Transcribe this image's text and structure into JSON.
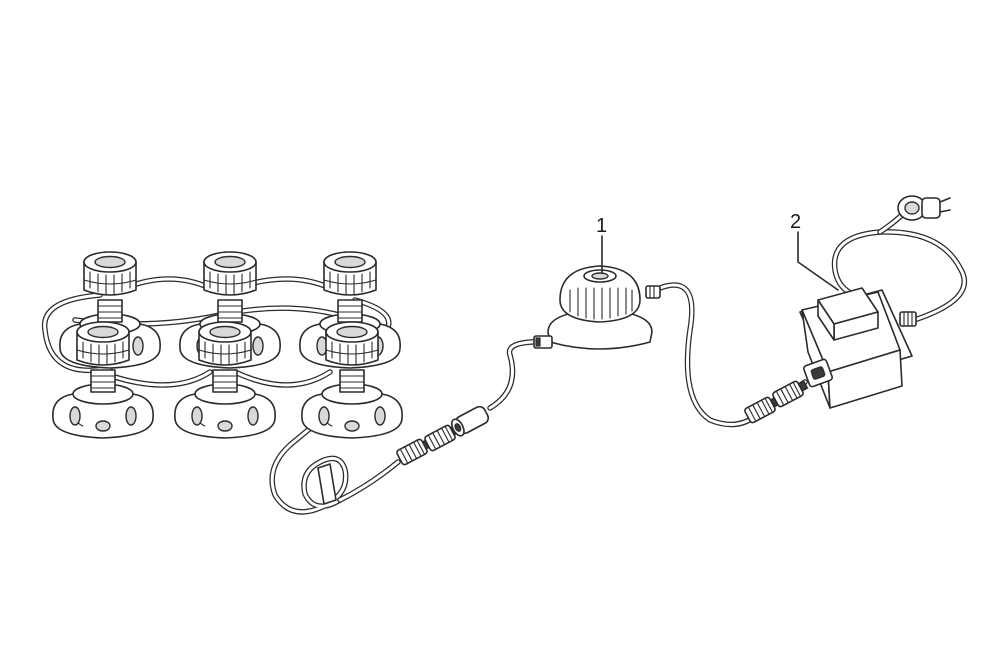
{
  "diagram": {
    "callouts": [
      {
        "id": "1",
        "label": "1"
      },
      {
        "id": "2",
        "label": "2"
      }
    ],
    "parts": [
      {
        "icon": "spotlight-icon",
        "count": 6
      },
      {
        "icon": "cable-distributor-icon"
      },
      {
        "icon": "transformer-icon"
      },
      {
        "icon": "mains-plug-icon"
      }
    ]
  }
}
